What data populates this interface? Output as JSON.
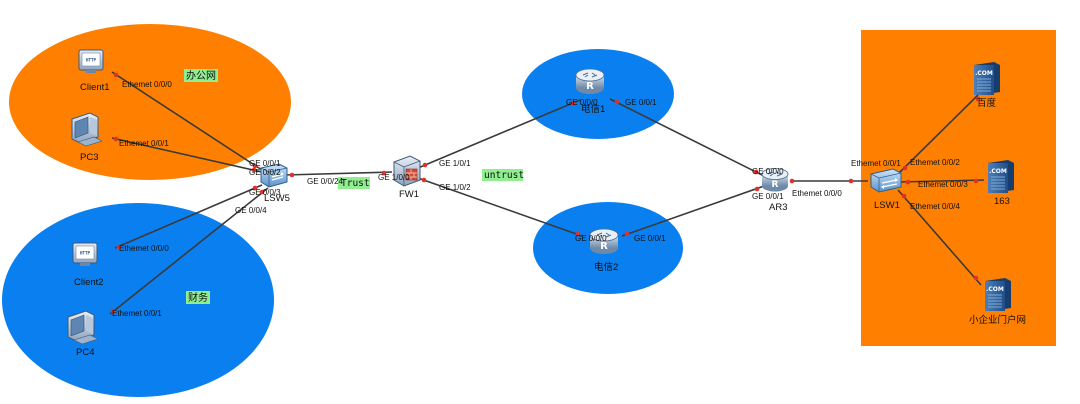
{
  "zones": {
    "office": {
      "label": "办公网",
      "color": "#ff8000"
    },
    "finance": {
      "label": "财务",
      "color": "#0a7ff0"
    },
    "isp1": {
      "color": "#0a7ff0"
    },
    "isp2": {
      "color": "#0a7ff0"
    },
    "servers": {
      "color": "#ff8000"
    },
    "trust": {
      "label": "Trust"
    },
    "untrust": {
      "label": "untrust"
    },
    "tag_color": "#90ee90"
  },
  "devices": {
    "client1": {
      "name": "Client1",
      "icon": "client-icon"
    },
    "pc3": {
      "name": "PC3",
      "icon": "pc-icon"
    },
    "client2": {
      "name": "Client2",
      "icon": "client-icon"
    },
    "pc4": {
      "name": "PC4",
      "icon": "pc-icon"
    },
    "lsw5": {
      "name": "LSW5",
      "icon": "switch-icon"
    },
    "fw1": {
      "name": "FW1",
      "icon": "firewall-icon"
    },
    "r1": {
      "name": "电信1",
      "icon": "router-icon"
    },
    "r2": {
      "name": "电信2",
      "icon": "router-icon"
    },
    "ar3": {
      "name": "AR3",
      "icon": "router-icon"
    },
    "lsw1": {
      "name": "LSW1",
      "icon": "switch-icon"
    },
    "baidu": {
      "name": "百度",
      "icon": "server-icon"
    },
    "s163": {
      "name": "163",
      "icon": "server-icon"
    },
    "portal": {
      "name": "小企业门户网",
      "icon": "server-icon"
    }
  },
  "server_badge": ".COM",
  "client_badge": "HTTP",
  "ports": {
    "client1_e000": "Ethemet 0/0/0",
    "pc3_e001": "Ethemet 0/0/1",
    "client2_e000": "Ethemet 0/0/0",
    "pc4_e001": "Ethemet 0/0/1",
    "lsw5_ge001": "GE 0/0/1",
    "lsw5_ge002": "GE 0/0/2",
    "lsw5_ge003": "GE 0/0/3",
    "lsw5_ge004": "GE 0/0/4",
    "lsw5_ge0024": "GE 0/0/24",
    "fw1_ge100": "GE 1/0/0",
    "fw1_ge101": "GE 1/0/1",
    "fw1_ge102": "GE 1/0/2",
    "r1_ge000": "GE 0/0/0",
    "r1_ge001": "GE 0/0/1",
    "r2_ge000": "GE 0/0/0",
    "r2_ge001": "GE 0/0/1",
    "ar3_ge000": "GE 0/0/0",
    "ar3_ge001": "GE 0/0/1",
    "ar3_e000": "Ethemet 0/0/0",
    "lsw1_e001": "Ethemet 0/0/1",
    "lsw1_e002": "Ethemet 0/0/2",
    "lsw1_e003": "Ethemet 0/0/3",
    "lsw1_e004": "Ethemet 0/0/4"
  }
}
